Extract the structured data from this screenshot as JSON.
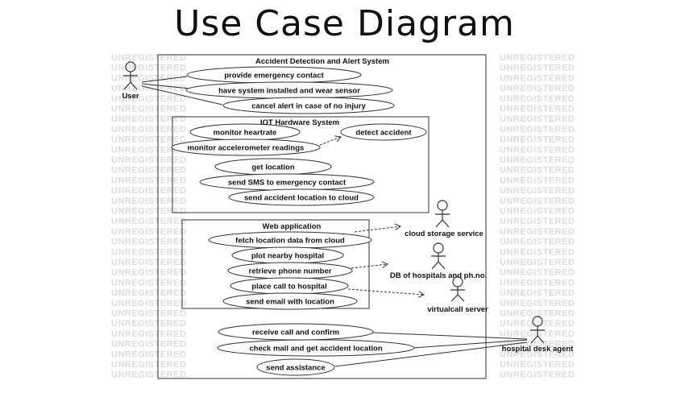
{
  "title": "Use Case Diagram",
  "watermark": "UNREGISTERED",
  "system": {
    "label": "Accident Detection and Alert System"
  },
  "boundaries": [
    {
      "id": "iot",
      "label": "IOT Hardware System"
    },
    {
      "id": "web",
      "label": "Web application"
    }
  ],
  "use_cases": [
    {
      "id": "uc1",
      "label": "provide emergency contact"
    },
    {
      "id": "uc2",
      "label": "have system installed and wear sensor"
    },
    {
      "id": "uc3",
      "label": "cancel alert in case of no injury"
    },
    {
      "id": "uc4",
      "label": "monitor heartrate"
    },
    {
      "id": "uc5",
      "label": "monitor accelerometer readings"
    },
    {
      "id": "uc6",
      "label": "detect accident"
    },
    {
      "id": "uc7",
      "label": "get location"
    },
    {
      "id": "uc8",
      "label": "send SMS to emergency contact"
    },
    {
      "id": "uc9",
      "label": "send accident location to cloud"
    },
    {
      "id": "uc10",
      "label": "fetch location data from cloud"
    },
    {
      "id": "uc11",
      "label": "plot nearby hospital"
    },
    {
      "id": "uc12",
      "label": "retrieve phone number"
    },
    {
      "id": "uc13",
      "label": "place call to hospital"
    },
    {
      "id": "uc14",
      "label": "send email with location"
    },
    {
      "id": "uc15",
      "label": "receive call and confirm"
    },
    {
      "id": "uc16",
      "label": "check mail and get accident location"
    },
    {
      "id": "uc17",
      "label": "send assistance"
    }
  ],
  "actors": [
    {
      "id": "user",
      "label": "User"
    },
    {
      "id": "cloud",
      "label": "cloud storage service"
    },
    {
      "id": "db",
      "label": "DB of hospitals and ph.no."
    },
    {
      "id": "vcall",
      "label": "virtualcall server"
    },
    {
      "id": "desk",
      "label": "hospital desk agent"
    }
  ]
}
